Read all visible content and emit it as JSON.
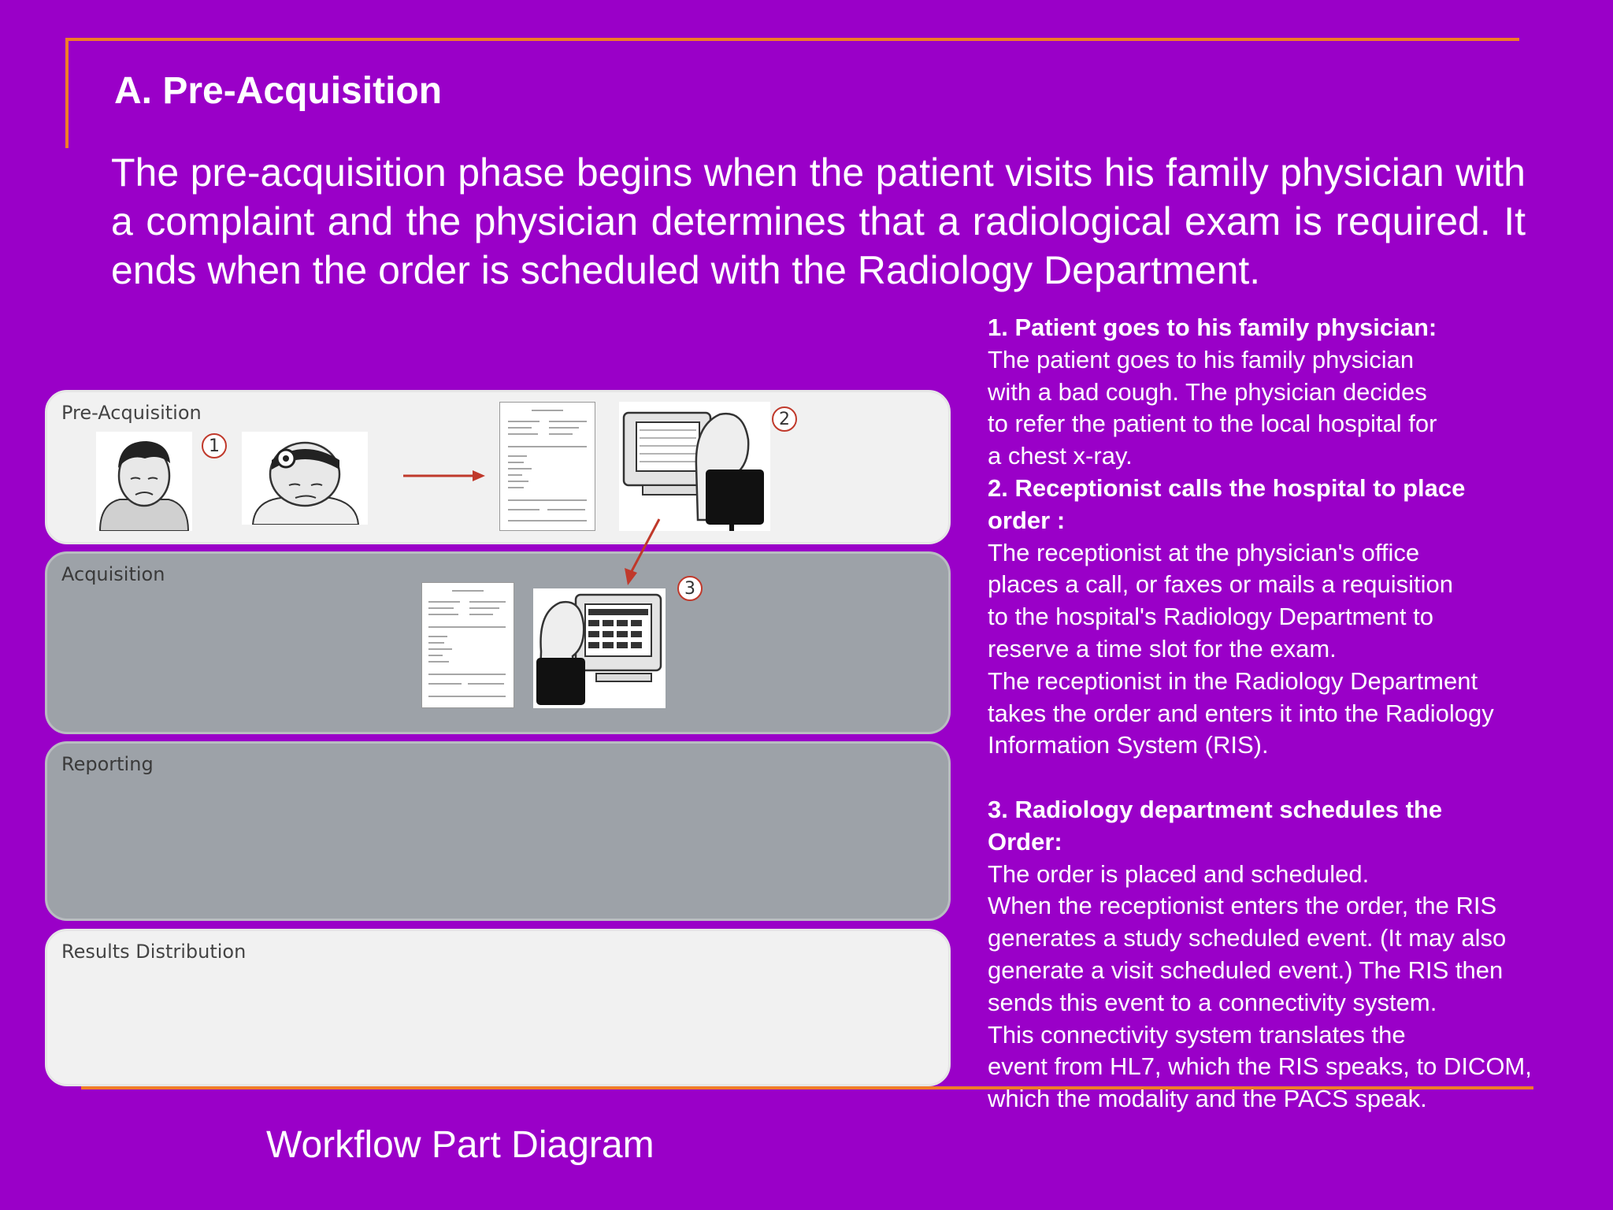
{
  "title": "A. Pre-Acquisition",
  "intro": "The pre-acquisition phase begins when the patient visits his family physician with a complaint and the physician determines that a radiological exam is required. It ends when the order is scheduled with the Radiology Department.",
  "diagram": {
    "caption": "Workflow Part Diagram",
    "lanes": [
      "Pre-Acquisition",
      "Acquisition",
      "Reporting",
      "Results Distribution"
    ],
    "step_numbers": [
      "1",
      "2",
      "3"
    ],
    "colors": {
      "light_lane": "#f1f1f1",
      "gray_lane": "#9da2a8",
      "arrow": "#c0392b"
    }
  },
  "steps": {
    "s1_heading": "1. Patient goes to his family physician:",
    "s1_body": [
      "The patient goes to his family physician",
      "with a bad cough. The physician decides",
      "to refer the patient to the local hospital for",
      "a chest x-ray."
    ],
    "s2_heading": [
      "2. Receptionist calls the hospital to place",
      "order :"
    ],
    "s2_body": [
      "The receptionist at the physician's office",
      "places a call, or faxes or mails a requisition",
      "to the hospital's Radiology Department to",
      "reserve a time slot for the exam.",
      "The receptionist in the Radiology Department",
      "takes the order and enters it into the Radiology",
      "Information System (RIS)."
    ],
    "s3_heading": [
      "3. Radiology department schedules the",
      "Order:"
    ],
    "s3_body": [
      "The order is placed and scheduled.",
      "When the receptionist enters the order, the RIS",
      "generates a study scheduled event. (It may also",
      "generate a visit scheduled event.) The RIS then",
      "sends this event to a connectivity system.",
      "This connectivity system translates the",
      "event from HL7, which the RIS speaks, to DICOM,",
      "which the modality and the PACS speak."
    ]
  },
  "colors": {
    "background": "#9a00c8",
    "accent": "#f07c28",
    "text": "#ffffff"
  }
}
